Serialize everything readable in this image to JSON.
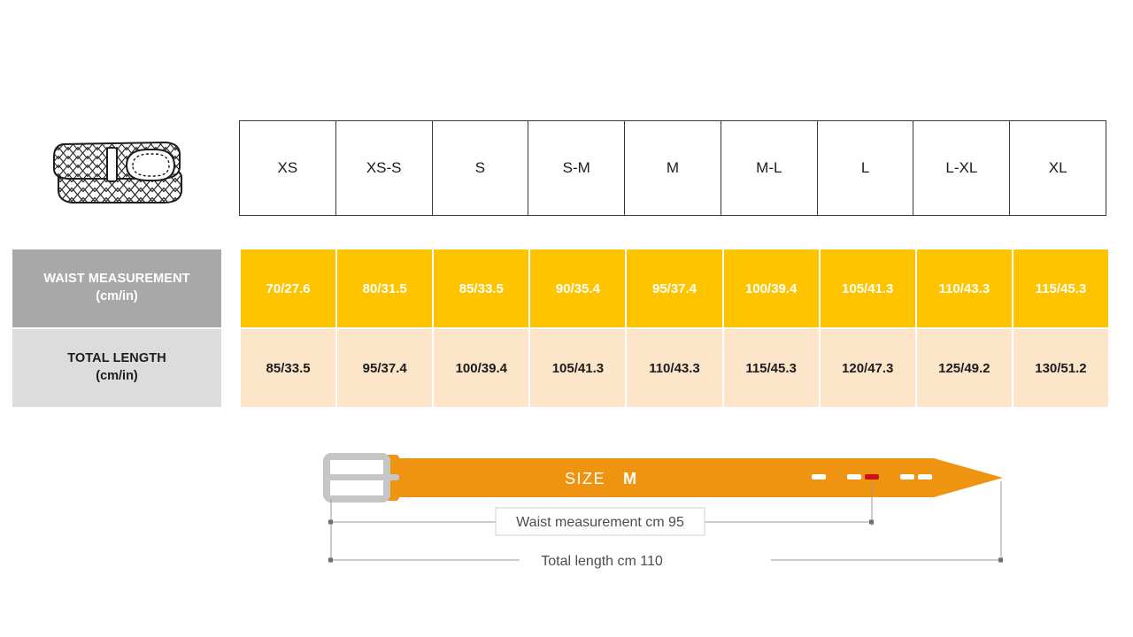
{
  "product_illustration": {
    "icon": "woven-belt-illustration",
    "alt": "coiled braided belt"
  },
  "table": {
    "sizes": [
      "XS",
      "XS-S",
      "S",
      "S-M",
      "M",
      "M-L",
      "L",
      "L-XL",
      "XL"
    ],
    "rows": [
      {
        "label_line1": "WAIST MEASUREMENT",
        "label_line2": "(cm/in)",
        "values": [
          "70/27.6",
          "80/31.5",
          "85/33.5",
          "90/35.4",
          "95/37.4",
          "100/39.4",
          "105/41.3",
          "110/43.3",
          "115/45.3"
        ]
      },
      {
        "label_line1": "TOTAL LENGTH",
        "label_line2": "(cm/in)",
        "values": [
          "85/33.5",
          "95/37.4",
          "100/39.4",
          "105/41.3",
          "110/43.3",
          "115/45.3",
          "120/47.3",
          "125/49.2",
          "130/51.2"
        ]
      }
    ]
  },
  "diagram": {
    "size_prefix": "SIZE",
    "size_value": "M",
    "waist_label": "Waist measurement cm 95",
    "length_label": "Total length cm 110",
    "holes_total": 5,
    "highlighted_hole_index": 2
  },
  "colors": {
    "amber": "#FFC400",
    "peach": "#FDE5CA",
    "gray_dark": "#A8A8A8",
    "gray_light": "#DCDCDC",
    "belt_orange": "#EE9411",
    "highlight_red": "#CC1111",
    "buckle_gray": "#BFBFBF",
    "background": "#FFFFFF"
  }
}
